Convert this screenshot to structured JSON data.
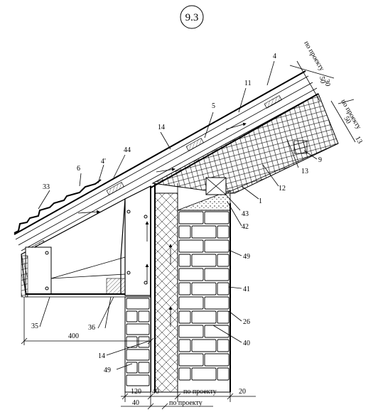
{
  "sheet_label": "9.3",
  "callouts": {
    "c4": "4",
    "c11": "11",
    "c5": "5",
    "c14a": "14",
    "c44": "44",
    "c6": "6",
    "c4p": "4'",
    "c33": "33",
    "c9": "9",
    "c13": "13",
    "c12": "12",
    "c1": "1",
    "c43": "43",
    "c42": "42",
    "c49a": "49",
    "c41": "41",
    "c26": "26",
    "c40": "40",
    "c35": "35",
    "c36": "36",
    "c14b": "14",
    "c49b": "49"
  },
  "dimensions": {
    "top_project": "по проекту",
    "top_50": "50",
    "top_30": "30",
    "right_project": "по проекту",
    "right_50": "50",
    "right_13": "13",
    "eave_400": "400",
    "base_120": "120",
    "base_40a": "40",
    "base_project": "по проекту",
    "base_20": "20",
    "base_40b": "40",
    "base_project2": "по проекту"
  },
  "colors": {
    "line": "#000000",
    "background": "#ffffff",
    "gravel": "#888888"
  }
}
